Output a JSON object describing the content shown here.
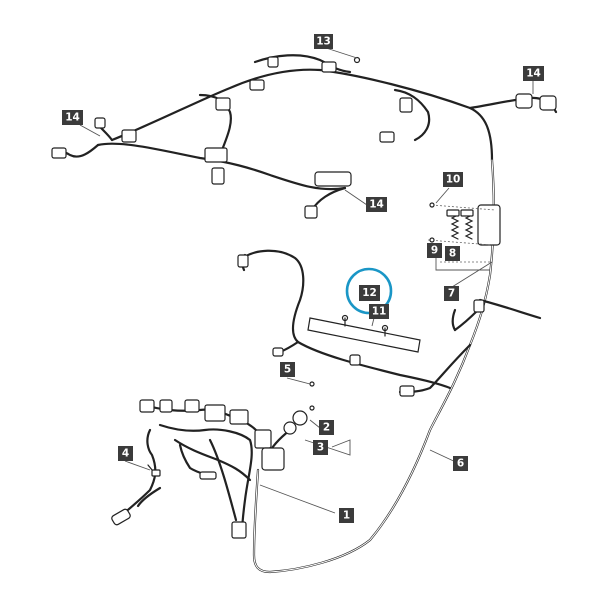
{
  "callouts": [
    {
      "id": "callout-1",
      "label": "1"
    },
    {
      "id": "callout-2",
      "label": "2"
    },
    {
      "id": "callout-3",
      "label": "3"
    },
    {
      "id": "callout-4",
      "label": "4"
    },
    {
      "id": "callout-5",
      "label": "5"
    },
    {
      "id": "callout-6",
      "label": "6"
    },
    {
      "id": "callout-7",
      "label": "7"
    },
    {
      "id": "callout-8",
      "label": "8"
    },
    {
      "id": "callout-9",
      "label": "9"
    },
    {
      "id": "callout-10",
      "label": "10"
    },
    {
      "id": "callout-11",
      "label": "11"
    },
    {
      "id": "callout-12",
      "label": "12"
    },
    {
      "id": "callout-13",
      "label": "13"
    },
    {
      "id": "callout-14a",
      "label": "14"
    },
    {
      "id": "callout-14b",
      "label": "14"
    },
    {
      "id": "callout-14c",
      "label": "14"
    }
  ],
  "highlighted_part": "12",
  "colors": {
    "highlight": "#1a96c6",
    "callout": "#3b3b3b",
    "line": "#222222"
  }
}
